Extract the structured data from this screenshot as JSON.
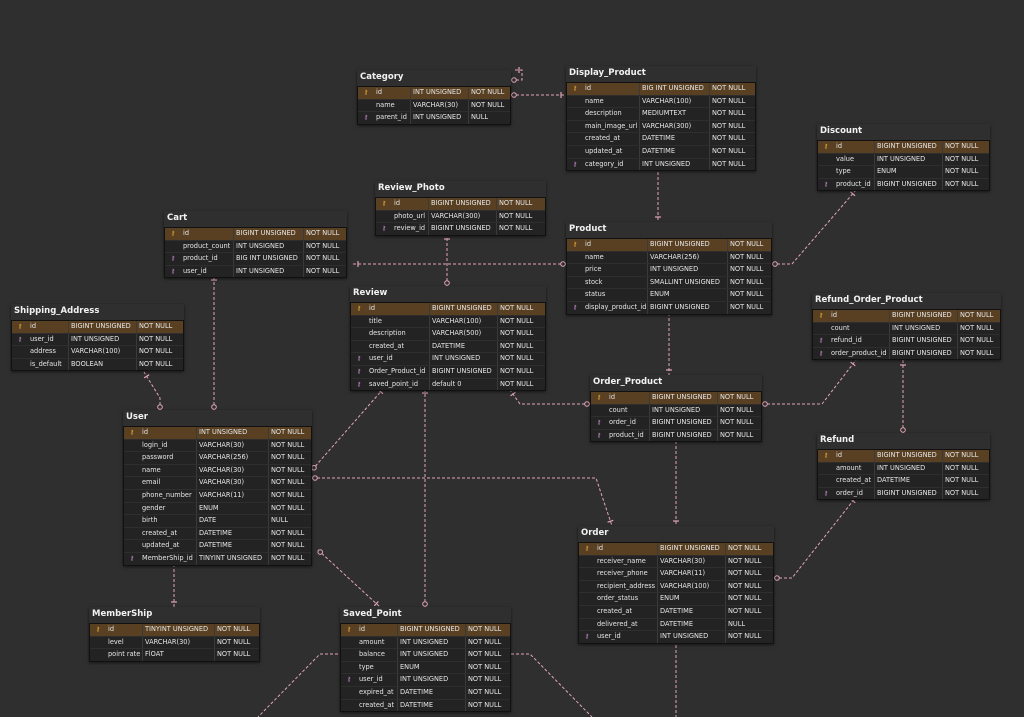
{
  "tables": [
    {
      "id": "Category",
      "name": "Category",
      "columns": [
        {
          "key": "pk",
          "name": "id",
          "type": "INT UNSIGNED",
          "null": "NOT NULL"
        },
        {
          "key": "",
          "name": "name",
          "type": "VARCHAR(30)",
          "null": "NOT NULL"
        },
        {
          "key": "fk",
          "name": "parent_id",
          "type": "INT UNSIGNED",
          "null": "NULL"
        }
      ]
    },
    {
      "id": "Display_Product",
      "name": "Display_Product",
      "columns": [
        {
          "key": "pk",
          "name": "id",
          "type": "BIG INT UNSIGNED",
          "null": "NOT NULL"
        },
        {
          "key": "",
          "name": "name",
          "type": "VARCHAR(100)",
          "null": "NOT NULL"
        },
        {
          "key": "",
          "name": "description",
          "type": "MEDIUMTEXT",
          "null": "NOT NULL"
        },
        {
          "key": "",
          "name": "main_image_url",
          "type": "VARCHAR(300)",
          "null": "NOT NULL"
        },
        {
          "key": "",
          "name": "created_at",
          "type": "DATETIME",
          "null": "NOT NULL"
        },
        {
          "key": "",
          "name": "updated_at",
          "type": "DATETIME",
          "null": "NOT NULL"
        },
        {
          "key": "fk",
          "name": "category_id",
          "type": "INT UNSIGNED",
          "null": "NOT NULL"
        }
      ]
    },
    {
      "id": "Discount",
      "name": "Discount",
      "columns": [
        {
          "key": "pk",
          "name": "id",
          "type": "BIGINT UNSIGNED",
          "null": "NOT NULL"
        },
        {
          "key": "",
          "name": "value",
          "type": "INT UNSIGNED",
          "null": "NOT NULL"
        },
        {
          "key": "",
          "name": "type",
          "type": "ENUM",
          "null": "NOT NULL"
        },
        {
          "key": "fk",
          "name": "product_id",
          "type": "BIGINT UNSIGNED",
          "null": "NOT NULL"
        }
      ]
    },
    {
      "id": "Review_Photo",
      "name": "Review_Photo",
      "columns": [
        {
          "key": "pk",
          "name": "id",
          "type": "BIGINT UNSIGNED",
          "null": "NOT NULL"
        },
        {
          "key": "",
          "name": "photo_url",
          "type": "VARCHAR(300)",
          "null": "NOT NULL"
        },
        {
          "key": "fk",
          "name": "review_id",
          "type": "BIGINT UNSIGNED",
          "null": "NOT NULL"
        }
      ]
    },
    {
      "id": "Cart",
      "name": "Cart",
      "columns": [
        {
          "key": "pk",
          "name": "id",
          "type": "BIGINT UNSIGNED",
          "null": "NOT NULL"
        },
        {
          "key": "",
          "name": "product_count",
          "type": "INT UNSIGNED",
          "null": "NOT NULL"
        },
        {
          "key": "fk",
          "name": "product_id",
          "type": "BIG INT UNSIGNED",
          "null": "NOT NULL"
        },
        {
          "key": "fk",
          "name": "user_id",
          "type": "INT UNSIGNED",
          "null": "NOT NULL"
        }
      ]
    },
    {
      "id": "Product",
      "name": "Product",
      "columns": [
        {
          "key": "pk",
          "name": "id",
          "type": "BIGINT UNSIGNED",
          "null": "NOT NULL"
        },
        {
          "key": "",
          "name": "name",
          "type": "VARCHAR(256)",
          "null": "NOT NULL"
        },
        {
          "key": "",
          "name": "price",
          "type": "INT UNSIGNED",
          "null": "NOT NULL"
        },
        {
          "key": "",
          "name": "stock",
          "type": "SMALLINT UNSIGNED",
          "null": "NOT NULL"
        },
        {
          "key": "",
          "name": "status",
          "type": "ENUM",
          "null": "NOT NULL"
        },
        {
          "key": "fk",
          "name": "display_product_id",
          "type": "BIGINT UNSIGNED",
          "null": "NOT NULL"
        }
      ]
    },
    {
      "id": "Shipping_Address",
      "name": "Shipping_Address",
      "columns": [
        {
          "key": "pk",
          "name": "id",
          "type": "BIGINT UNSIGNED",
          "null": "NOT NULL"
        },
        {
          "key": "fk",
          "name": "user_id",
          "type": "INT UNSIGNED",
          "null": "NOT NULL"
        },
        {
          "key": "",
          "name": "address",
          "type": "VARCHAR(100)",
          "null": "NOT NULL"
        },
        {
          "key": "",
          "name": "is_default",
          "type": "BOOLEAN",
          "null": "NOT NULL"
        }
      ]
    },
    {
      "id": "Review",
      "name": "Review",
      "columns": [
        {
          "key": "pk",
          "name": "id",
          "type": "BIGINT UNSIGNED",
          "null": "NOT NULL"
        },
        {
          "key": "",
          "name": "title",
          "type": "VARCHAR(100)",
          "null": "NOT NULL"
        },
        {
          "key": "",
          "name": "description",
          "type": "VARCHAR(500)",
          "null": "NOT NULL"
        },
        {
          "key": "",
          "name": "created_at",
          "type": "DATETIME",
          "null": "NOT NULL"
        },
        {
          "key": "fk",
          "name": "user_id",
          "type": "INT UNSIGNED",
          "null": "NOT NULL"
        },
        {
          "key": "fk",
          "name": "Order_Product_id",
          "type": "BIGINT UNSIGNED",
          "null": "NOT NULL"
        },
        {
          "key": "fk",
          "name": "saved_point_id",
          "type": "default 0",
          "null": "NOT NULL"
        }
      ]
    },
    {
      "id": "Refund_Order_Product",
      "name": "Refund_Order_Product",
      "columns": [
        {
          "key": "pk",
          "name": "id",
          "type": "BIGINT UNSIGNED",
          "null": "NOT NULL"
        },
        {
          "key": "",
          "name": "count",
          "type": "INT UNSIGNED",
          "null": "NOT NULL"
        },
        {
          "key": "fk",
          "name": "refund_id",
          "type": "BIGINT UNSIGNED",
          "null": "NOT NULL"
        },
        {
          "key": "fk",
          "name": "order_product_id",
          "type": "BIGINT UNSIGNED",
          "null": "NOT NULL"
        }
      ]
    },
    {
      "id": "Order_Product",
      "name": "Order_Product",
      "columns": [
        {
          "key": "pk",
          "name": "id",
          "type": "BIGINT UNSIGNED",
          "null": "NOT NULL"
        },
        {
          "key": "",
          "name": "count",
          "type": "INT UNSIGNED",
          "null": "NOT NULL"
        },
        {
          "key": "fk",
          "name": "order_id",
          "type": "BIGINT UNSIGNED",
          "null": "NOT NULL"
        },
        {
          "key": "fk",
          "name": "product_id",
          "type": "BIGINT UNSIGNED",
          "null": "NOT NULL"
        }
      ]
    },
    {
      "id": "User",
      "name": "User",
      "columns": [
        {
          "key": "pk",
          "name": "id",
          "type": "INT UNSIGNED",
          "null": "NOT NULL"
        },
        {
          "key": "",
          "name": "login_id",
          "type": "VARCHAR(30)",
          "null": "NOT NULL"
        },
        {
          "key": "",
          "name": "password",
          "type": "VARCHAR(256)",
          "null": "NOT NULL"
        },
        {
          "key": "",
          "name": "name",
          "type": "VARCHAR(30)",
          "null": "NOT NULL"
        },
        {
          "key": "",
          "name": "email",
          "type": "VARCHAR(30)",
          "null": "NOT NULL"
        },
        {
          "key": "",
          "name": "phone_number",
          "type": "VARCHAR(11)",
          "null": "NOT NULL"
        },
        {
          "key": "",
          "name": "gender",
          "type": "ENUM",
          "null": "NOT NULL"
        },
        {
          "key": "",
          "name": "birth",
          "type": "DATE",
          "null": "NULL"
        },
        {
          "key": "",
          "name": "created_at",
          "type": "DATETIME",
          "null": "NOT NULL"
        },
        {
          "key": "",
          "name": "updated_at",
          "type": "DATETIME",
          "null": "NOT NULL"
        },
        {
          "key": "fk",
          "name": "MemberShip_id",
          "type": "TINYINT UNSIGNED",
          "null": "NOT NULL"
        }
      ]
    },
    {
      "id": "Refund",
      "name": "Refund",
      "columns": [
        {
          "key": "pk",
          "name": "id",
          "type": "BIGINT UNSIGNED",
          "null": "NOT NULL"
        },
        {
          "key": "",
          "name": "amount",
          "type": "INT UNSIGNED",
          "null": "NOT NULL"
        },
        {
          "key": "",
          "name": "created_at",
          "type": "DATETIME",
          "null": "NOT NULL"
        },
        {
          "key": "fk",
          "name": "order_id",
          "type": "BIGINT UNSIGNED",
          "null": "NOT NULL"
        }
      ]
    },
    {
      "id": "Order",
      "name": "Order",
      "columns": [
        {
          "key": "pk",
          "name": "id",
          "type": "BIGINT UNSIGNED",
          "null": "NOT NULL"
        },
        {
          "key": "",
          "name": "receiver_name",
          "type": "VARCHAR(30)",
          "null": "NOT NULL"
        },
        {
          "key": "",
          "name": "receiver_phone",
          "type": "VARCHAR(11)",
          "null": "NOT NULL"
        },
        {
          "key": "",
          "name": "recipient_address",
          "type": "VARCHAR(100)",
          "null": "NOT NULL"
        },
        {
          "key": "",
          "name": "order_status",
          "type": "ENUM",
          "null": "NOT NULL"
        },
        {
          "key": "",
          "name": "created_at",
          "type": "DATETIME",
          "null": "NOT NULL"
        },
        {
          "key": "",
          "name": "delivered_at",
          "type": "DATETIME",
          "null": "NULL"
        },
        {
          "key": "fk",
          "name": "user_id",
          "type": "INT UNSIGNED",
          "null": "NOT NULL"
        }
      ]
    },
    {
      "id": "MemberShip",
      "name": "MemberShip",
      "columns": [
        {
          "key": "pk",
          "name": "id",
          "type": "TINYINT UNSIGNED",
          "null": "NOT NULL"
        },
        {
          "key": "",
          "name": "level",
          "type": "VARCHAR(30)",
          "null": "NOT NULL"
        },
        {
          "key": "",
          "name": "point rate",
          "type": "FlOAT",
          "null": "NOT NULL"
        }
      ]
    },
    {
      "id": "Saved_Point",
      "name": "Saved_Point",
      "columns": [
        {
          "key": "pk",
          "name": "id",
          "type": "BIGINT UNSIGNED",
          "null": "NOT NULL"
        },
        {
          "key": "",
          "name": "amount",
          "type": "INT UNSIGNED",
          "null": "NOT NULL"
        },
        {
          "key": "",
          "name": "balance",
          "type": "INT UNSIGNED",
          "null": "NOT NULL"
        },
        {
          "key": "",
          "name": "type",
          "type": "ENUM",
          "null": "NOT NULL"
        },
        {
          "key": "fk",
          "name": "user_id",
          "type": "INT UNSIGNED",
          "null": "NOT NULL"
        },
        {
          "key": "",
          "name": "expired_at",
          "type": "DATETIME",
          "null": "NOT NULL"
        },
        {
          "key": "",
          "name": "created_at",
          "type": "DATETIME",
          "null": "NOT NULL"
        }
      ]
    }
  ],
  "relationships": [
    {
      "from": "Category",
      "to": "Display_Product"
    },
    {
      "from": "Category",
      "to": "Category"
    },
    {
      "from": "Display_Product",
      "to": "Product"
    },
    {
      "from": "Product",
      "to": "Discount"
    },
    {
      "from": "Product",
      "to": "Cart"
    },
    {
      "from": "Review",
      "to": "Review_Photo"
    },
    {
      "from": "Product",
      "to": "Order_Product"
    },
    {
      "from": "Order_Product",
      "to": "Review"
    },
    {
      "from": "Order_Product",
      "to": "Refund_Order_Product"
    },
    {
      "from": "Order_Product",
      "to": "Order"
    },
    {
      "from": "User",
      "to": "Shipping_Address"
    },
    {
      "from": "User",
      "to": "Cart"
    },
    {
      "from": "User",
      "to": "Review"
    },
    {
      "from": "User",
      "to": "Order"
    },
    {
      "from": "User",
      "to": "MemberShip"
    },
    {
      "from": "User",
      "to": "Saved_Point"
    },
    {
      "from": "Saved_Point",
      "to": "Review"
    },
    {
      "from": "Refund",
      "to": "Refund_Order_Product"
    },
    {
      "from": "Order",
      "to": "Refund"
    }
  ],
  "colors": {
    "background": "#2f2f2f",
    "pk_row": "#5a4022",
    "pk_icon": "#f0b23a",
    "fk_icon": "#d08fd8",
    "link": "#e3a6b5"
  },
  "icons": {
    "pk": "primary-key-icon",
    "fk": "foreign-key-icon"
  }
}
